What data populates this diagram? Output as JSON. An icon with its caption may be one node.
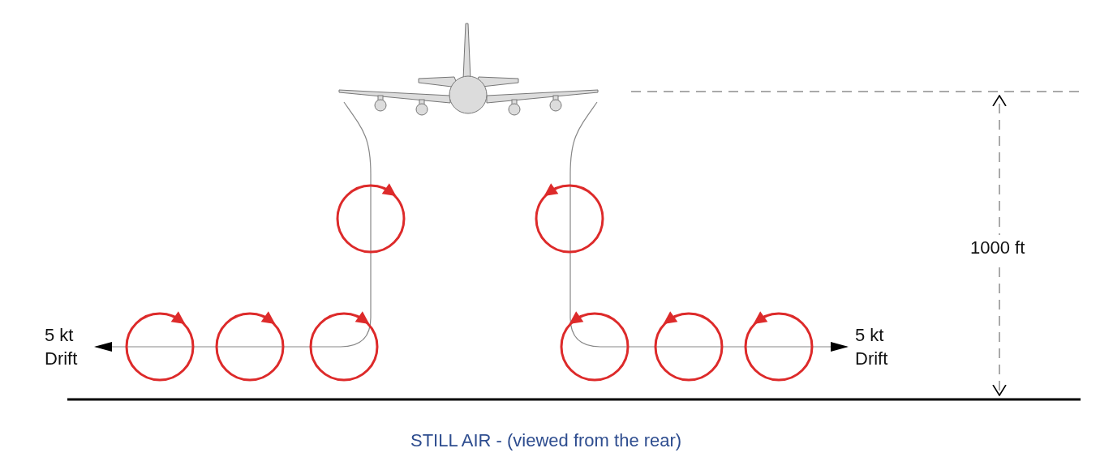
{
  "diagram": {
    "caption": "STILL AIR - (viewed from the rear)",
    "labels": [
      "5 kt Drift",
      "5 kt Drift",
      "1000 ft"
    ]
  }
}
